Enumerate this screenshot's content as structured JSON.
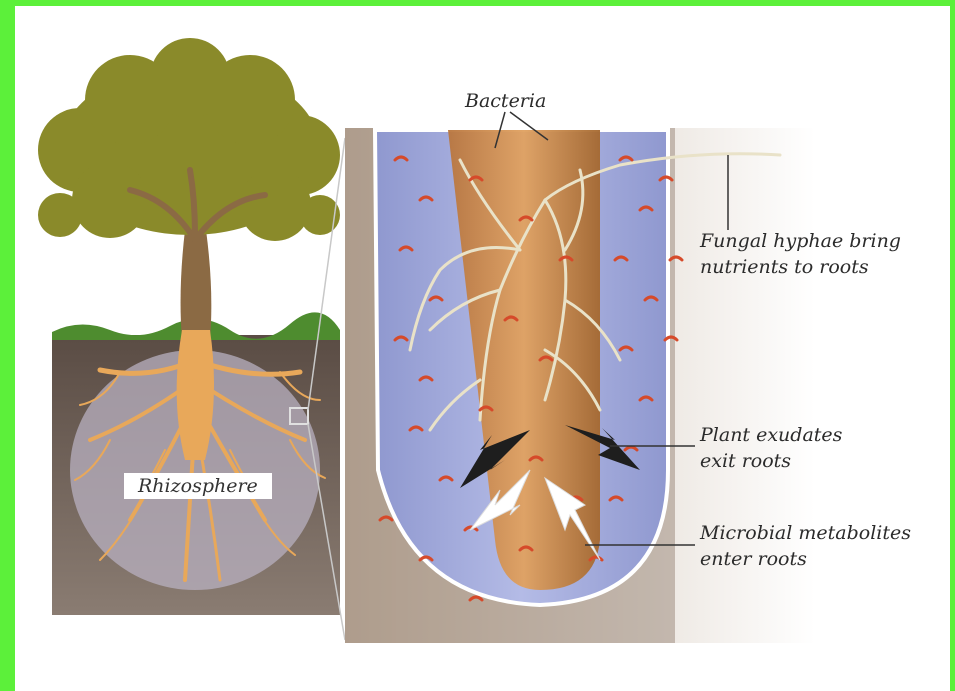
{
  "labels": {
    "bacteria": "Bacteria",
    "fungal": "Fungal hyphae bring\nnutrients to roots",
    "exudates": "Plant exudates\nexit roots",
    "metabolites": "Microbial metabolites\nenter roots",
    "rhizosphere": "Rhizosphere"
  },
  "colors": {
    "frame": "#5cf03a",
    "canopy": "#8a8a2a",
    "soil": "#6e5f55",
    "root": "#e8a85a",
    "rhizosphere_fluid": "#9aa3d6",
    "bacteria": "#d64a2a",
    "grass": "#4e8c2f"
  }
}
